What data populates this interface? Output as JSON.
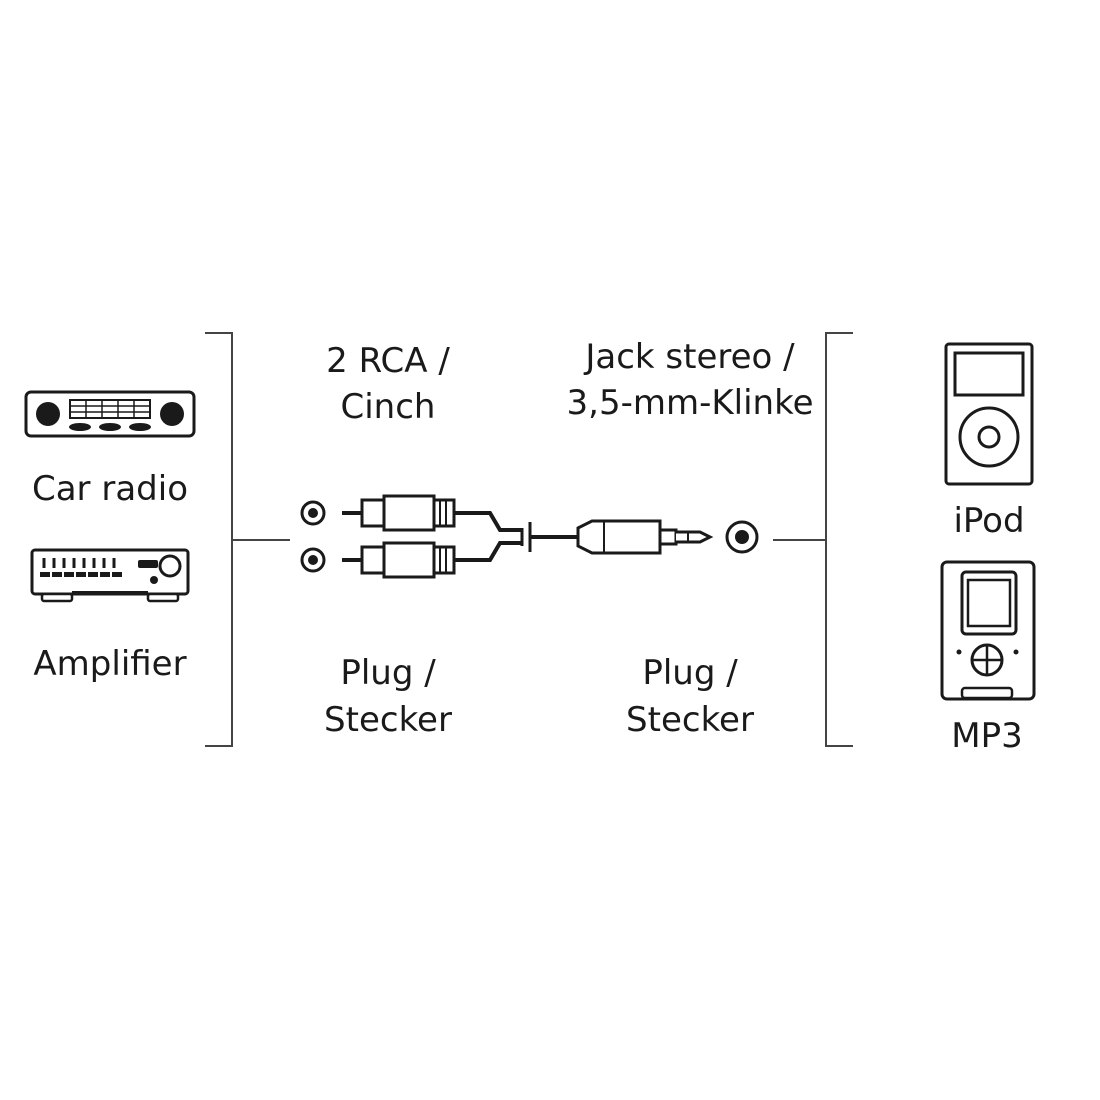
{
  "colors": {
    "ink": "#1a1a1a",
    "background": "#ffffff",
    "bracket": "#444444"
  },
  "left_devices": [
    {
      "label": "Car radio",
      "icon": "car-radio-icon"
    },
    {
      "label": "Amplifier",
      "icon": "amplifier-icon"
    }
  ],
  "right_devices": [
    {
      "label": "iPod",
      "icon": "ipod-icon"
    },
    {
      "label": "MP3",
      "icon": "mp3-player-icon"
    }
  ],
  "connector_left": {
    "type_line1": "2 RCA /",
    "type_line2": "Cinch",
    "gender_line1": "Plug /",
    "gender_line2": "Stecker"
  },
  "connector_right": {
    "type_line1": "Jack stereo /",
    "type_line2": "3,5-mm-Klinke",
    "gender_line1": "Plug /",
    "gender_line2": "Stecker"
  }
}
